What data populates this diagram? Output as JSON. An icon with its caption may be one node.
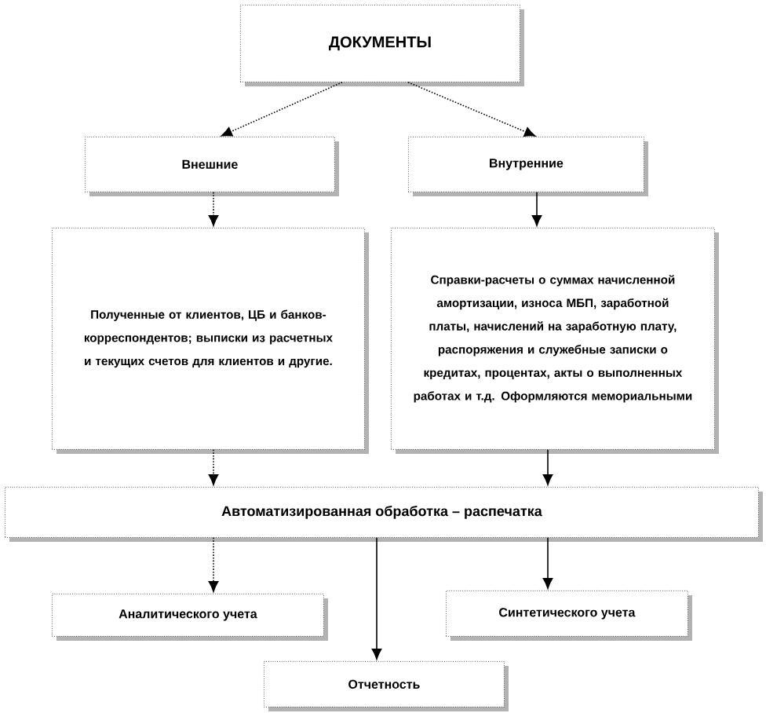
{
  "diagram": {
    "nodes": [
      {
        "text": [
          "ДОКУМЕНТЫ"
        ]
      },
      {
        "text": [
          "Внешние"
        ]
      },
      {
        "text": [
          "Внутренние"
        ]
      },
      {
        "text": [
          "Полученные от клиентов, ЦБ и банков-корреспондентов; выписки из расчетных и текущих счетов для клиентов и другие."
        ]
      },
      {
        "text": [
          "Справки-расчеты о суммах начисленной амортизации, износа МБП, заработной платы, начислений на заработную плату, распоряжения и служебные записки о кредитах, процентах, акты о выполненных работах и т.д. Оформляются мемориальными"
        ]
      },
      {
        "text": [
          "Автоматизированная обработка – распечатка"
        ]
      },
      {
        "text": [
          "Аналитического учета"
        ]
      },
      {
        "text": [
          "Синтетического учета"
        ]
      },
      {
        "text": [
          "Отчетность"
        ]
      }
    ],
    "edges": [
      {
        "from": 0,
        "to": 1,
        "arrow": "to",
        "style": "dashed"
      },
      {
        "from": 0,
        "to": 2,
        "arrow": "to",
        "style": "dashed"
      },
      {
        "from": 1,
        "to": 3,
        "arrow": "to",
        "style": "dashed"
      },
      {
        "from": 2,
        "to": 4,
        "arrow": "to"
      },
      {
        "from": 3,
        "to": 5,
        "arrow": "to",
        "style": "dashed"
      },
      {
        "from": 4,
        "to": 5,
        "arrow": "to"
      },
      {
        "from": 5,
        "to": 6,
        "arrow": "to",
        "style": "dashed"
      },
      {
        "from": 5,
        "to": 8,
        "arrow": "to"
      },
      {
        "from": 5,
        "to": 7,
        "arrow": "to"
      }
    ]
  }
}
